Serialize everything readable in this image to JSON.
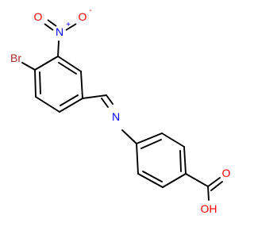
{
  "molecule": {
    "atoms": {
      "bromine": "Br",
      "nitro_nitrogen": "N",
      "nitro_plus": "+",
      "nitro_oxygen_double": "O",
      "nitro_oxygen_single": "O",
      "nitro_minus": "-",
      "imine_nitrogen": "N",
      "carbonyl_oxygen": "O",
      "hydroxyl": "OH"
    },
    "colors": {
      "bond": "#000000",
      "bromine": "#a52a2a",
      "nitrogen": "#0000ff",
      "oxygen": "#ff0000"
    }
  }
}
